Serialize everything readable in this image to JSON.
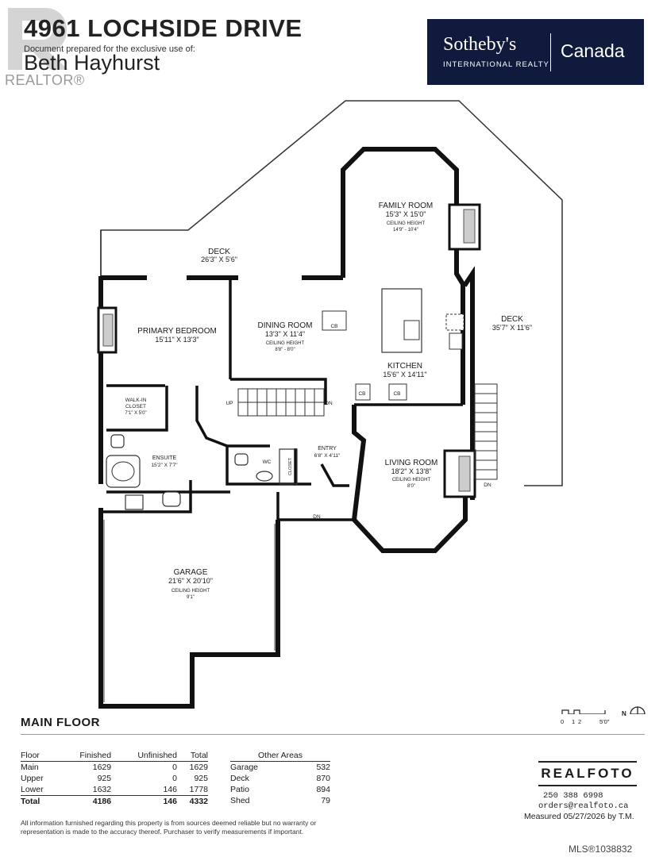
{
  "header": {
    "property_title": "4961 LOCHSIDE DRIVE",
    "prepared_for_label": "Document prepared for the exclusive use of:",
    "agent_name": "Beth Hayhurst",
    "realtor_mark_text": "REALTOR®"
  },
  "brand": {
    "name": "Sotheby's",
    "sub": "INTERNATIONAL REALTY",
    "country": "Canada",
    "color": "#0f1a3c"
  },
  "floor_plan": {
    "rooms": {
      "deck_top": {
        "name": "DECK",
        "dims": "26'3\" X 5'6\""
      },
      "family_room": {
        "name": "FAMILY ROOM",
        "dims": "15'3\" X 15'0\"",
        "ceiling_label": "CEILING HEIGHT",
        "ceiling": "14'9\" - 10'4\""
      },
      "deck_right": {
        "name": "DECK",
        "dims": "35'7\" X 11'6\""
      },
      "primary_bedroom": {
        "name": "PRIMARY BEDROOM",
        "dims": "15'11\" X 13'3\""
      },
      "dining_room": {
        "name": "DINING ROOM",
        "dims": "13'3\" X 11'4\"",
        "ceiling_label": "CEILING HEIGHT",
        "ceiling": "8'8\" - 8'0\""
      },
      "kitchen": {
        "name": "KITCHEN",
        "dims": "15'6\" X 14'11\""
      },
      "walk_in_closet": {
        "name": "WALK-IN",
        "name2": "CLOSET",
        "dims": "7'1\" X 5'0\""
      },
      "ensuite": {
        "name": "ENSUITE",
        "dims": "15'2\" X 7'7\""
      },
      "entry": {
        "name": "ENTRY",
        "dims": "6'8\" X 4'11\""
      },
      "living_room": {
        "name": "LIVING ROOM",
        "dims": "18'2\" X 13'8\"",
        "ceiling_label": "CEILING HEIGHT",
        "ceiling": "8'0\""
      },
      "garage": {
        "name": "GARAGE",
        "dims": "21'6\" X 20'10\"",
        "ceiling_label": "CEILING HEIGHT",
        "ceiling": "9'1\""
      }
    },
    "small_labels": {
      "cb": "CB",
      "up": "UP",
      "dn": "DN",
      "wc": "WC",
      "closet": "CLOSET"
    },
    "scale": {
      "zero": "0",
      "one": "1",
      "two": "2",
      "five": "5'0\"",
      "north": "N"
    }
  },
  "floor_name": "MAIN FLOOR",
  "areas_table": {
    "headers": [
      "Floor",
      "Finished",
      "Unfinished",
      "Total"
    ],
    "rows": [
      [
        "Main",
        "1629",
        "0",
        "1629"
      ],
      [
        "Upper",
        "925",
        "0",
        "925"
      ],
      [
        "Lower",
        "1632",
        "146",
        "1778"
      ]
    ],
    "total": [
      "Total",
      "4186",
      "146",
      "4332"
    ]
  },
  "other_areas": {
    "header": "Other Areas",
    "rows": [
      [
        "Garage",
        "532"
      ],
      [
        "Deck",
        "870"
      ],
      [
        "Patio",
        "894"
      ],
      [
        "Shed",
        "79"
      ]
    ]
  },
  "footer": {
    "company": "REALFOTO",
    "phone": "250 388 6998",
    "email": "orders@realfoto.ca",
    "measured": "Measured 05/27/2026 by T.M.",
    "disclaimer": "All information furnished regarding this property is from sources deemed reliable but no warranty or representation is made to the accuracy thereof. Purchaser to verify measurements if important.",
    "mls": "MLS®1038832"
  }
}
